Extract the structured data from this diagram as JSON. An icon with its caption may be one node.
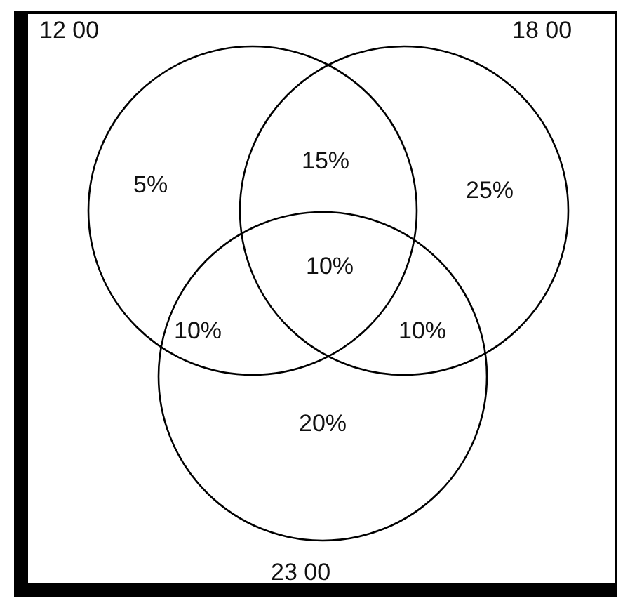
{
  "diagram": {
    "nodes": [
      {
        "text": [
          "12 00"
        ]
      },
      {
        "text": [
          "18 00"
        ]
      },
      {
        "text": [
          "23 00"
        ]
      }
    ],
    "edges": [],
    "labels": [
      "15%",
      "5%",
      "25%",
      "10%",
      "10%",
      "10%",
      "20%"
    ]
  }
}
